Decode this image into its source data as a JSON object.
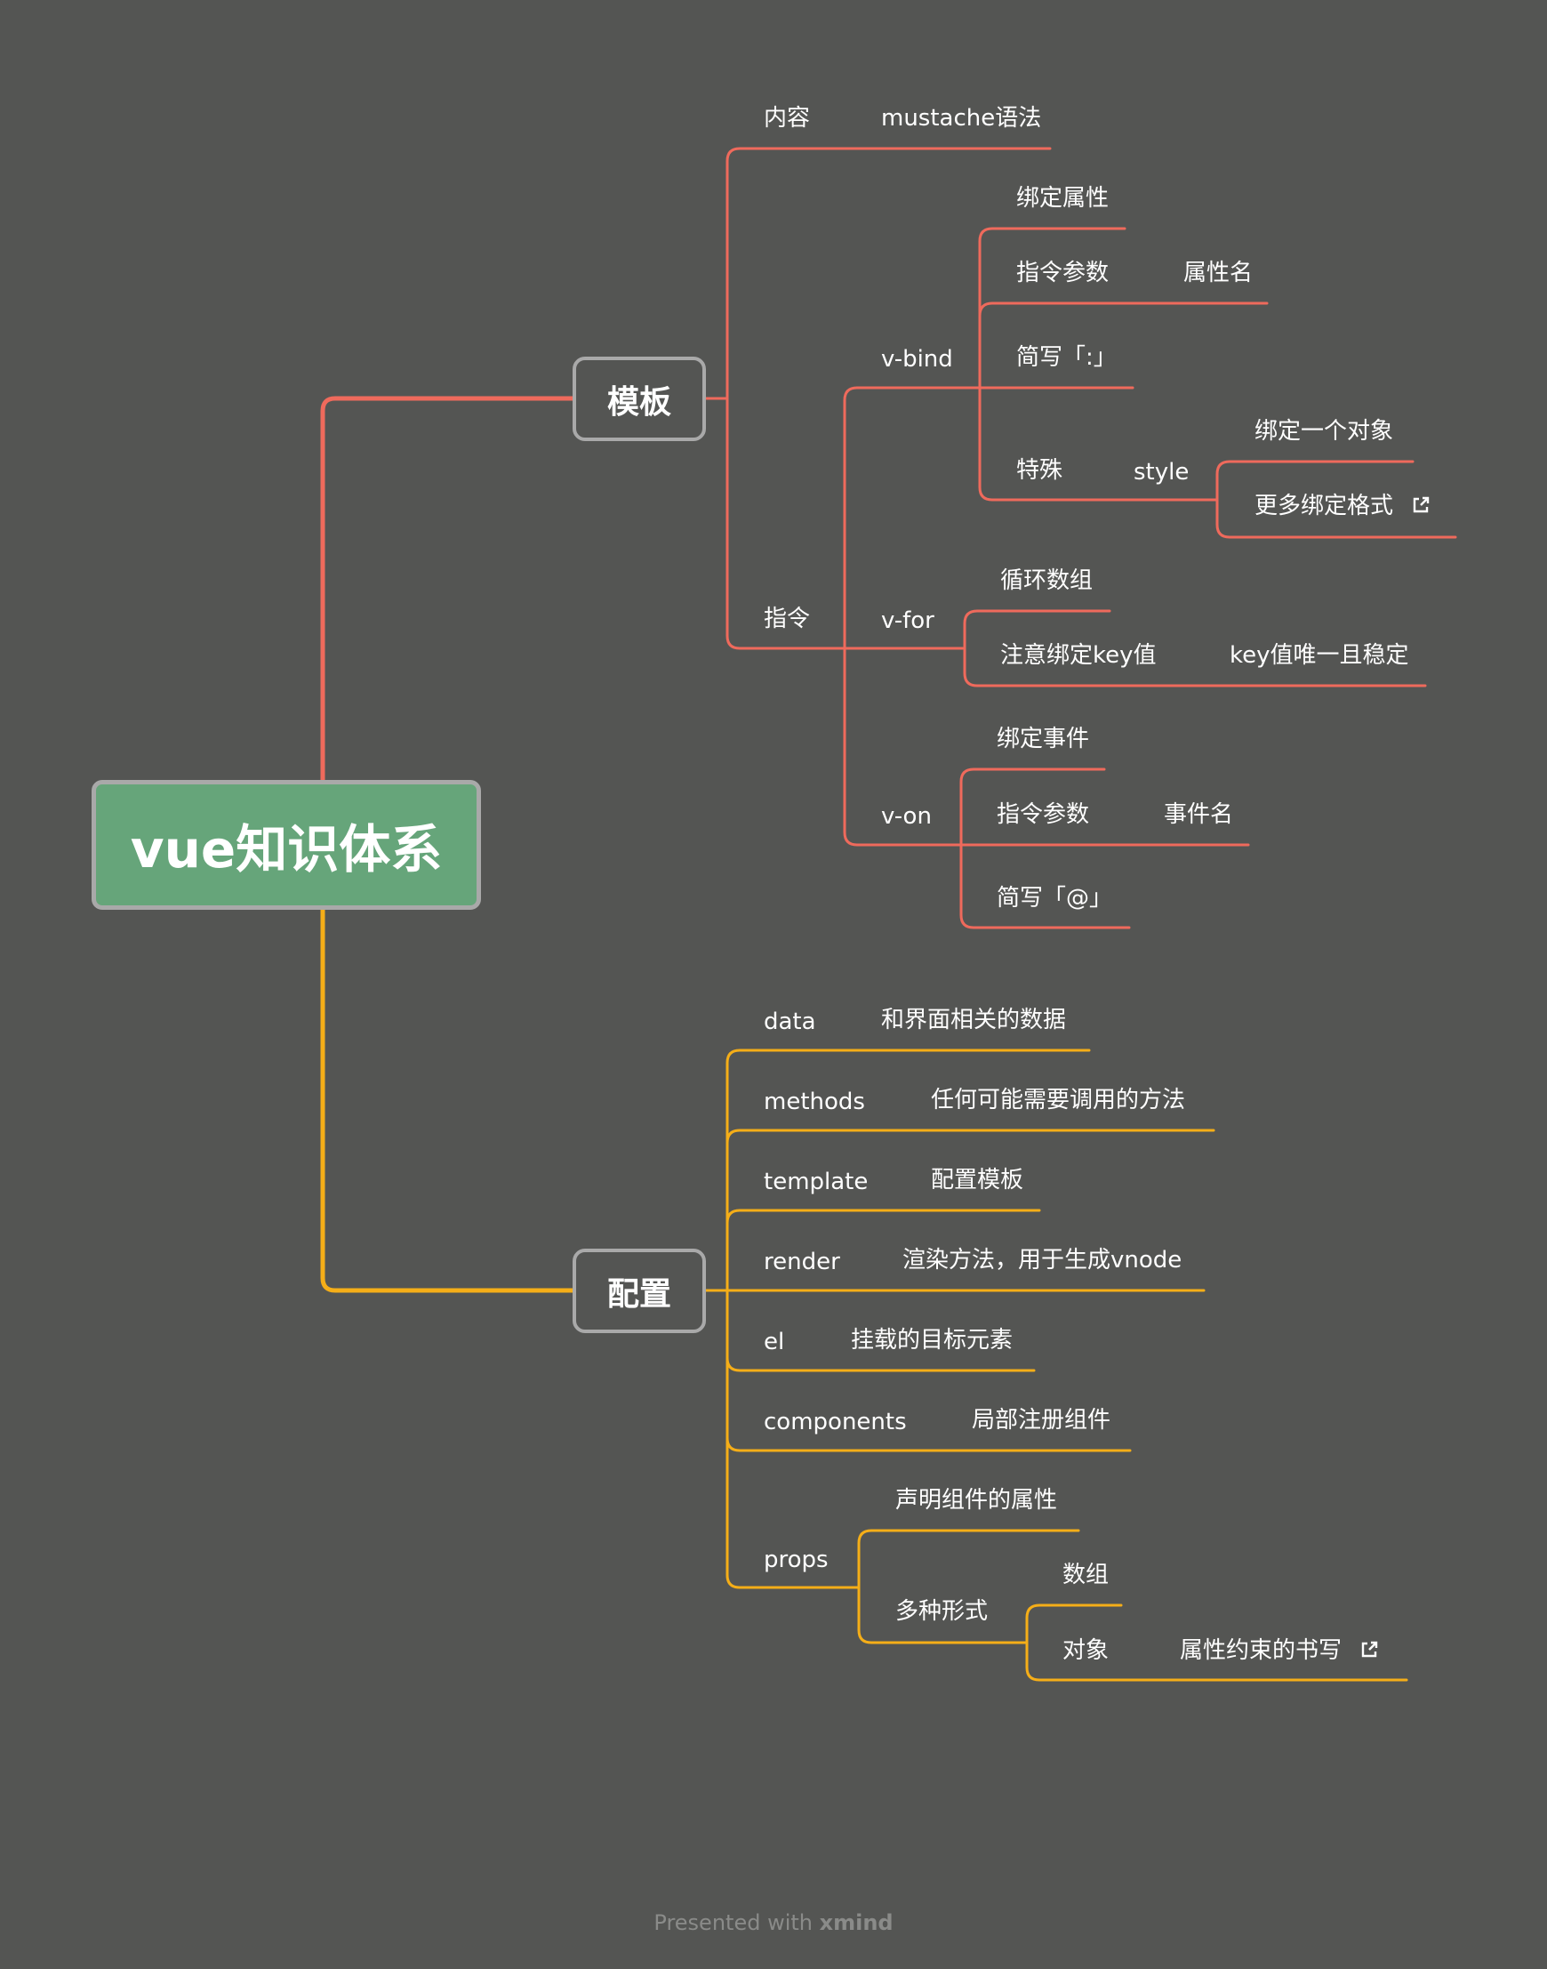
{
  "colors": {
    "background": "#545553",
    "branch_template": "#ef6a5c",
    "branch_config": "#f5ae18",
    "root_fill": "#66a57a",
    "node_border": "#a9a9a9"
  },
  "root": {
    "title": "vue知识体系"
  },
  "template_branch": {
    "title": "模板",
    "content": {
      "label": "内容",
      "child": "mustache语法"
    },
    "directives": {
      "label": "指令",
      "v_bind": {
        "label": "v-bind",
        "bind_attr": "绑定属性",
        "arg": {
          "label": "指令参数",
          "child": "属性名"
        },
        "shorthand": "简写「:」",
        "special": {
          "label": "特殊",
          "style": {
            "label": "style",
            "object": "绑定一个对象",
            "more": "更多绑定格式",
            "more_icon": "external-link-icon"
          }
        }
      },
      "v_for": {
        "label": "v-for",
        "loop": "循环数组",
        "key": {
          "label": "注意绑定key值",
          "child": "key值唯一且稳定"
        }
      },
      "v_on": {
        "label": "v-on",
        "bind_event": "绑定事件",
        "arg": {
          "label": "指令参数",
          "child": "事件名"
        },
        "shorthand": "简写「@」"
      }
    }
  },
  "config_branch": {
    "title": "配置",
    "items": [
      {
        "key": "data",
        "desc": "和界面相关的数据"
      },
      {
        "key": "methods",
        "desc": "任何可能需要调用的方法"
      },
      {
        "key": "template",
        "desc": "配置模板"
      },
      {
        "key": "render",
        "desc": "渲染方法，用于生成vnode"
      },
      {
        "key": "el",
        "desc": "挂载的目标元素"
      },
      {
        "key": "components",
        "desc": "局部注册组件"
      }
    ],
    "props": {
      "label": "props",
      "declare": "声明组件的属性",
      "forms": {
        "label": "多种形式",
        "array": "数组",
        "object": {
          "label": "对象",
          "child": "属性约束的书写",
          "icon": "external-link-icon"
        }
      }
    }
  },
  "footer": {
    "prefix": "Presented with",
    "brand": "xmind"
  }
}
